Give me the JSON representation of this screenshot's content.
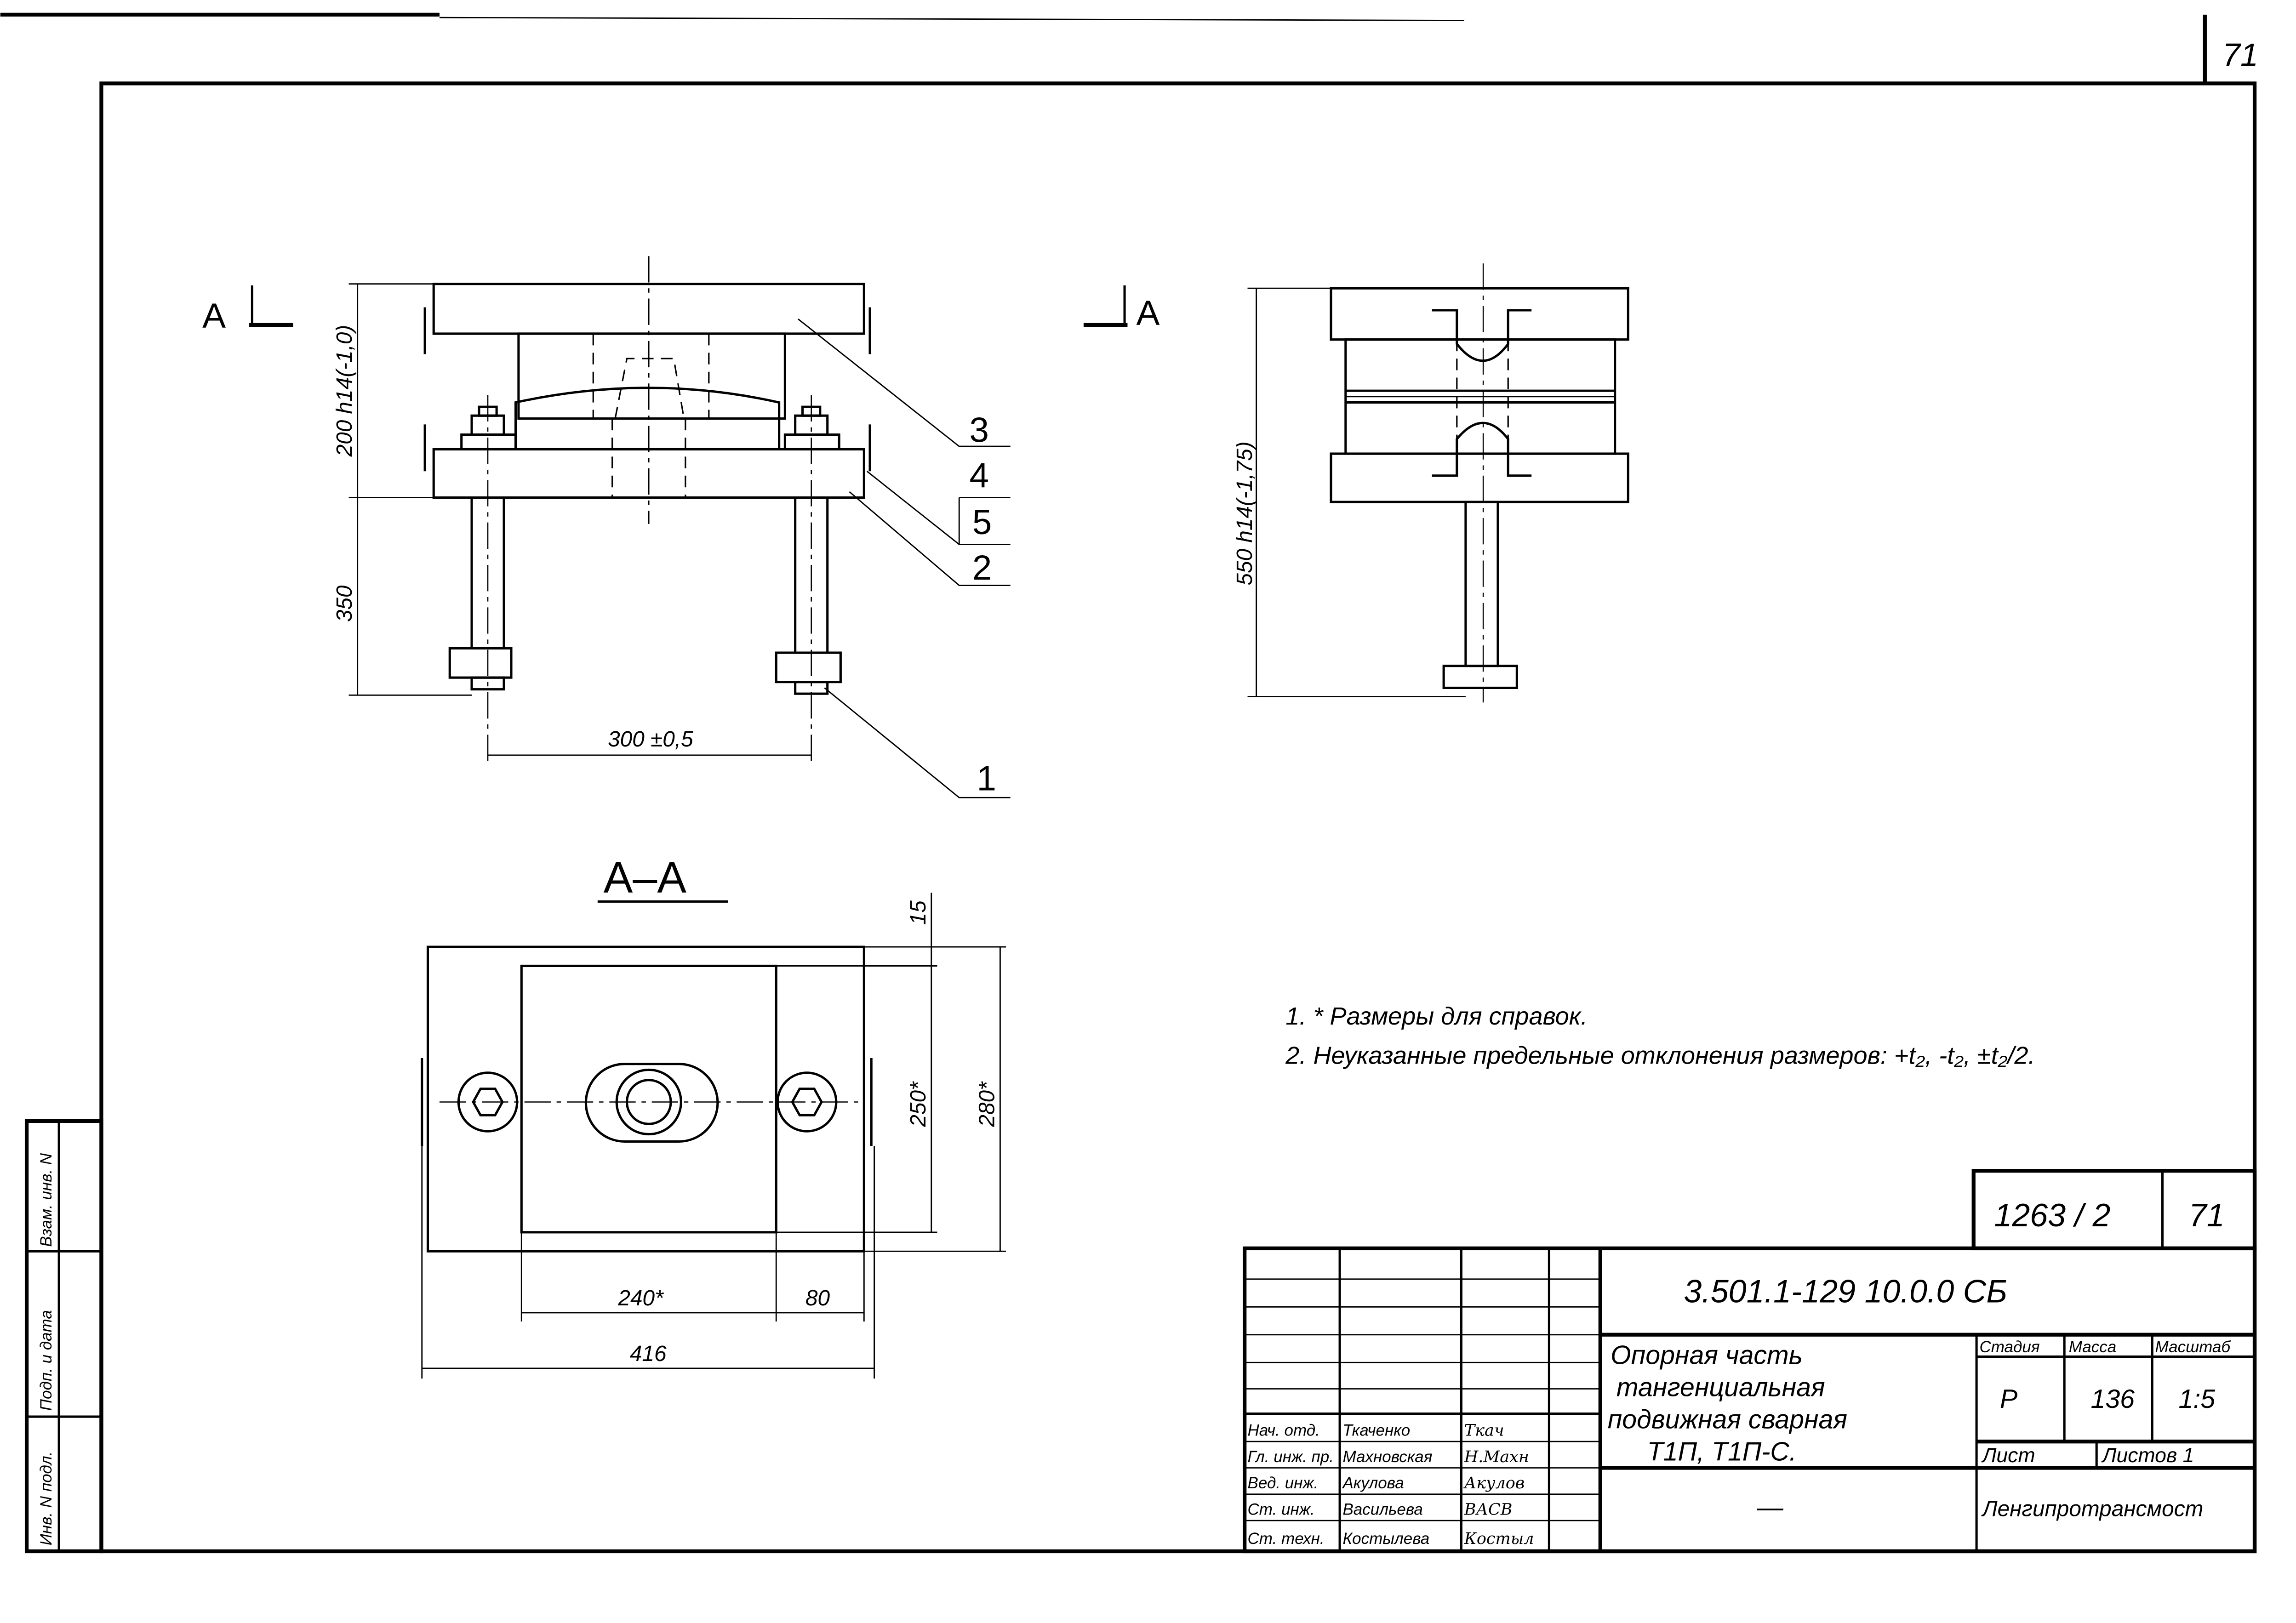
{
  "sheet": {
    "page_number": "71",
    "view_marker_left": "A",
    "view_marker_right": "A",
    "section_title": "А–А"
  },
  "front_view": {
    "dim_height_top": "200 h14(-1,0)",
    "dim_height_bottom": "350",
    "dim_bolt_spacing": "300 ±0,5",
    "callouts": [
      "3",
      "4",
      "5",
      "2",
      "1"
    ]
  },
  "side_view": {
    "dim_height": "550 h14(-1,75)"
  },
  "section_view": {
    "dim_15": "15",
    "dim_250": "250*",
    "dim_280": "280*",
    "dim_240": "240*",
    "dim_80": "80",
    "dim_416": "416"
  },
  "notes": [
    "1. * Размеры для справок.",
    "2. Неуказанные предельные отклонения размеров: +t₂, -t₂, ±t₂/2."
  ],
  "side_strip": {
    "labels": [
      "Инв. N подл.",
      "Подп. и дата",
      "Взам. инв. N"
    ]
  },
  "title_block": {
    "archive_number": "1263 / 2",
    "archive_sheet": "71",
    "document_code": "3.501.1-129 10.0.0 СБ",
    "description_lines": [
      "Опорная часть",
      "тангенциальная",
      "подвижная сварная",
      "Т1П, Т1П-С."
    ],
    "stage_header": "Стадия",
    "mass_header": "Масса",
    "scale_header": "Масштаб",
    "stage": "Р",
    "mass": "136",
    "scale": "1:5",
    "sheet_label": "Лист",
    "sheets_label": "Листов 1",
    "organization": "Ленгипротрансмост",
    "dash": "—",
    "signatories": [
      {
        "role": "Нач. отд.",
        "name": "Ткаченко",
        "signature": "Ткач"
      },
      {
        "role": "Гл. инж. пр.",
        "name": "Махновская",
        "signature": "Н.Махн"
      },
      {
        "role": "Вед. инж.",
        "name": "Акулова",
        "signature": "Акулов"
      },
      {
        "role": "Ст. инж.",
        "name": "Васильева",
        "signature": "ВАСВ"
      },
      {
        "role": "Ст. техн.",
        "name": "Костылева",
        "signature": "Костыл"
      }
    ]
  }
}
